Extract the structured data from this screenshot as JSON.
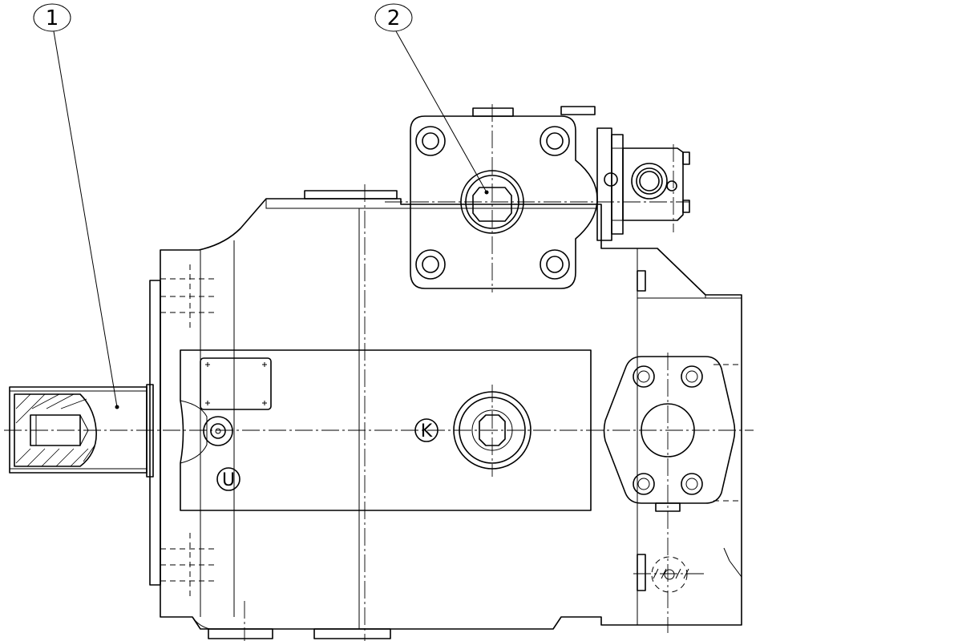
{
  "callouts": [
    {
      "id": "callout-1",
      "label": "1"
    },
    {
      "id": "callout-2",
      "label": "2"
    }
  ],
  "port_markers": [
    {
      "id": "port-k",
      "label": "K"
    },
    {
      "id": "port-u",
      "label": "U"
    }
  ],
  "colors": {
    "line": "#000000",
    "background": "#ffffff"
  }
}
